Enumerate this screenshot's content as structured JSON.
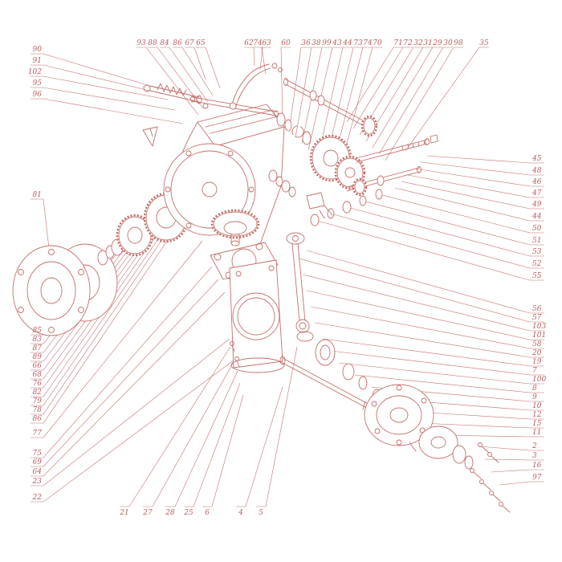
{
  "figure": {
    "kind": "exploded-assembly-technical-drawing",
    "line_color": "#c4706b",
    "label_color": "#b85c5c",
    "background": "#ffffff"
  },
  "callouts": {
    "top": [
      "93",
      "88",
      "84",
      "86",
      "67",
      "65",
      "62",
      "74",
      "63",
      "60",
      "36",
      "38",
      "99",
      "43",
      "44",
      "73",
      "74",
      "70",
      "71",
      "72",
      "32",
      "31",
      "29",
      "30",
      "98",
      "35"
    ],
    "left_upper": [
      "90",
      "91",
      "102",
      "95",
      "96"
    ],
    "left_mid": [
      "81"
    ],
    "left_lower": [
      "85",
      "83",
      "87",
      "89",
      "66",
      "68",
      "76",
      "82",
      "79",
      "78",
      "86",
      "77",
      "75",
      "69",
      "64",
      "23",
      "22"
    ],
    "right_upper": [
      "45",
      "48",
      "46",
      "47",
      "49",
      "44",
      "50",
      "51",
      "53",
      "52",
      "55"
    ],
    "right_lower": [
      "56",
      "57",
      "103",
      "101",
      "58",
      "20",
      "19",
      "7",
      "100",
      "8",
      "9",
      "10",
      "12",
      "15",
      "11",
      "2",
      "3",
      "16",
      "97"
    ],
    "bottom": [
      "21",
      "27",
      "28",
      "25",
      "6",
      "4",
      "5"
    ]
  }
}
